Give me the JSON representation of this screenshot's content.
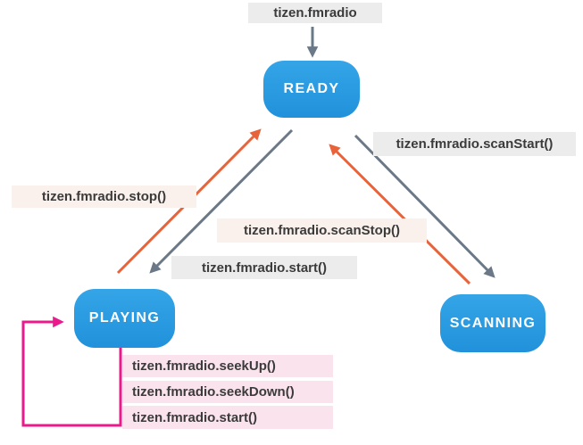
{
  "colors": {
    "state-blue-top": "#35A5E8",
    "state-blue-bottom": "#2191DB",
    "arrow-gray": "#6A7887",
    "arrow-orange": "#E9633A",
    "loop-pink": "#EB1A8C",
    "label-gray-bg": "#ECECEC",
    "label-peach-bg": "#FAF0EC",
    "label-pink-bg": "#FBE3ED",
    "label-text": "#3B3B3B",
    "state-text": "#FFFFFF"
  },
  "diagram": {
    "entry_label": "tizen.fmradio",
    "states": {
      "ready": "READY",
      "playing": "PLAYING",
      "scanning": "SCANNING"
    },
    "transitions": {
      "stop": "tizen.fmradio.stop()",
      "start": "tizen.fmradio.start()",
      "scan_start": "tizen.fmradio.scanStart()",
      "scan_stop": "tizen.fmradio.scanStop()",
      "seek_up": "tizen.fmradio.seekUp()",
      "seek_down": "tizen.fmradio.seekDown()",
      "loop_start": "tizen.fmradio.start()"
    }
  }
}
